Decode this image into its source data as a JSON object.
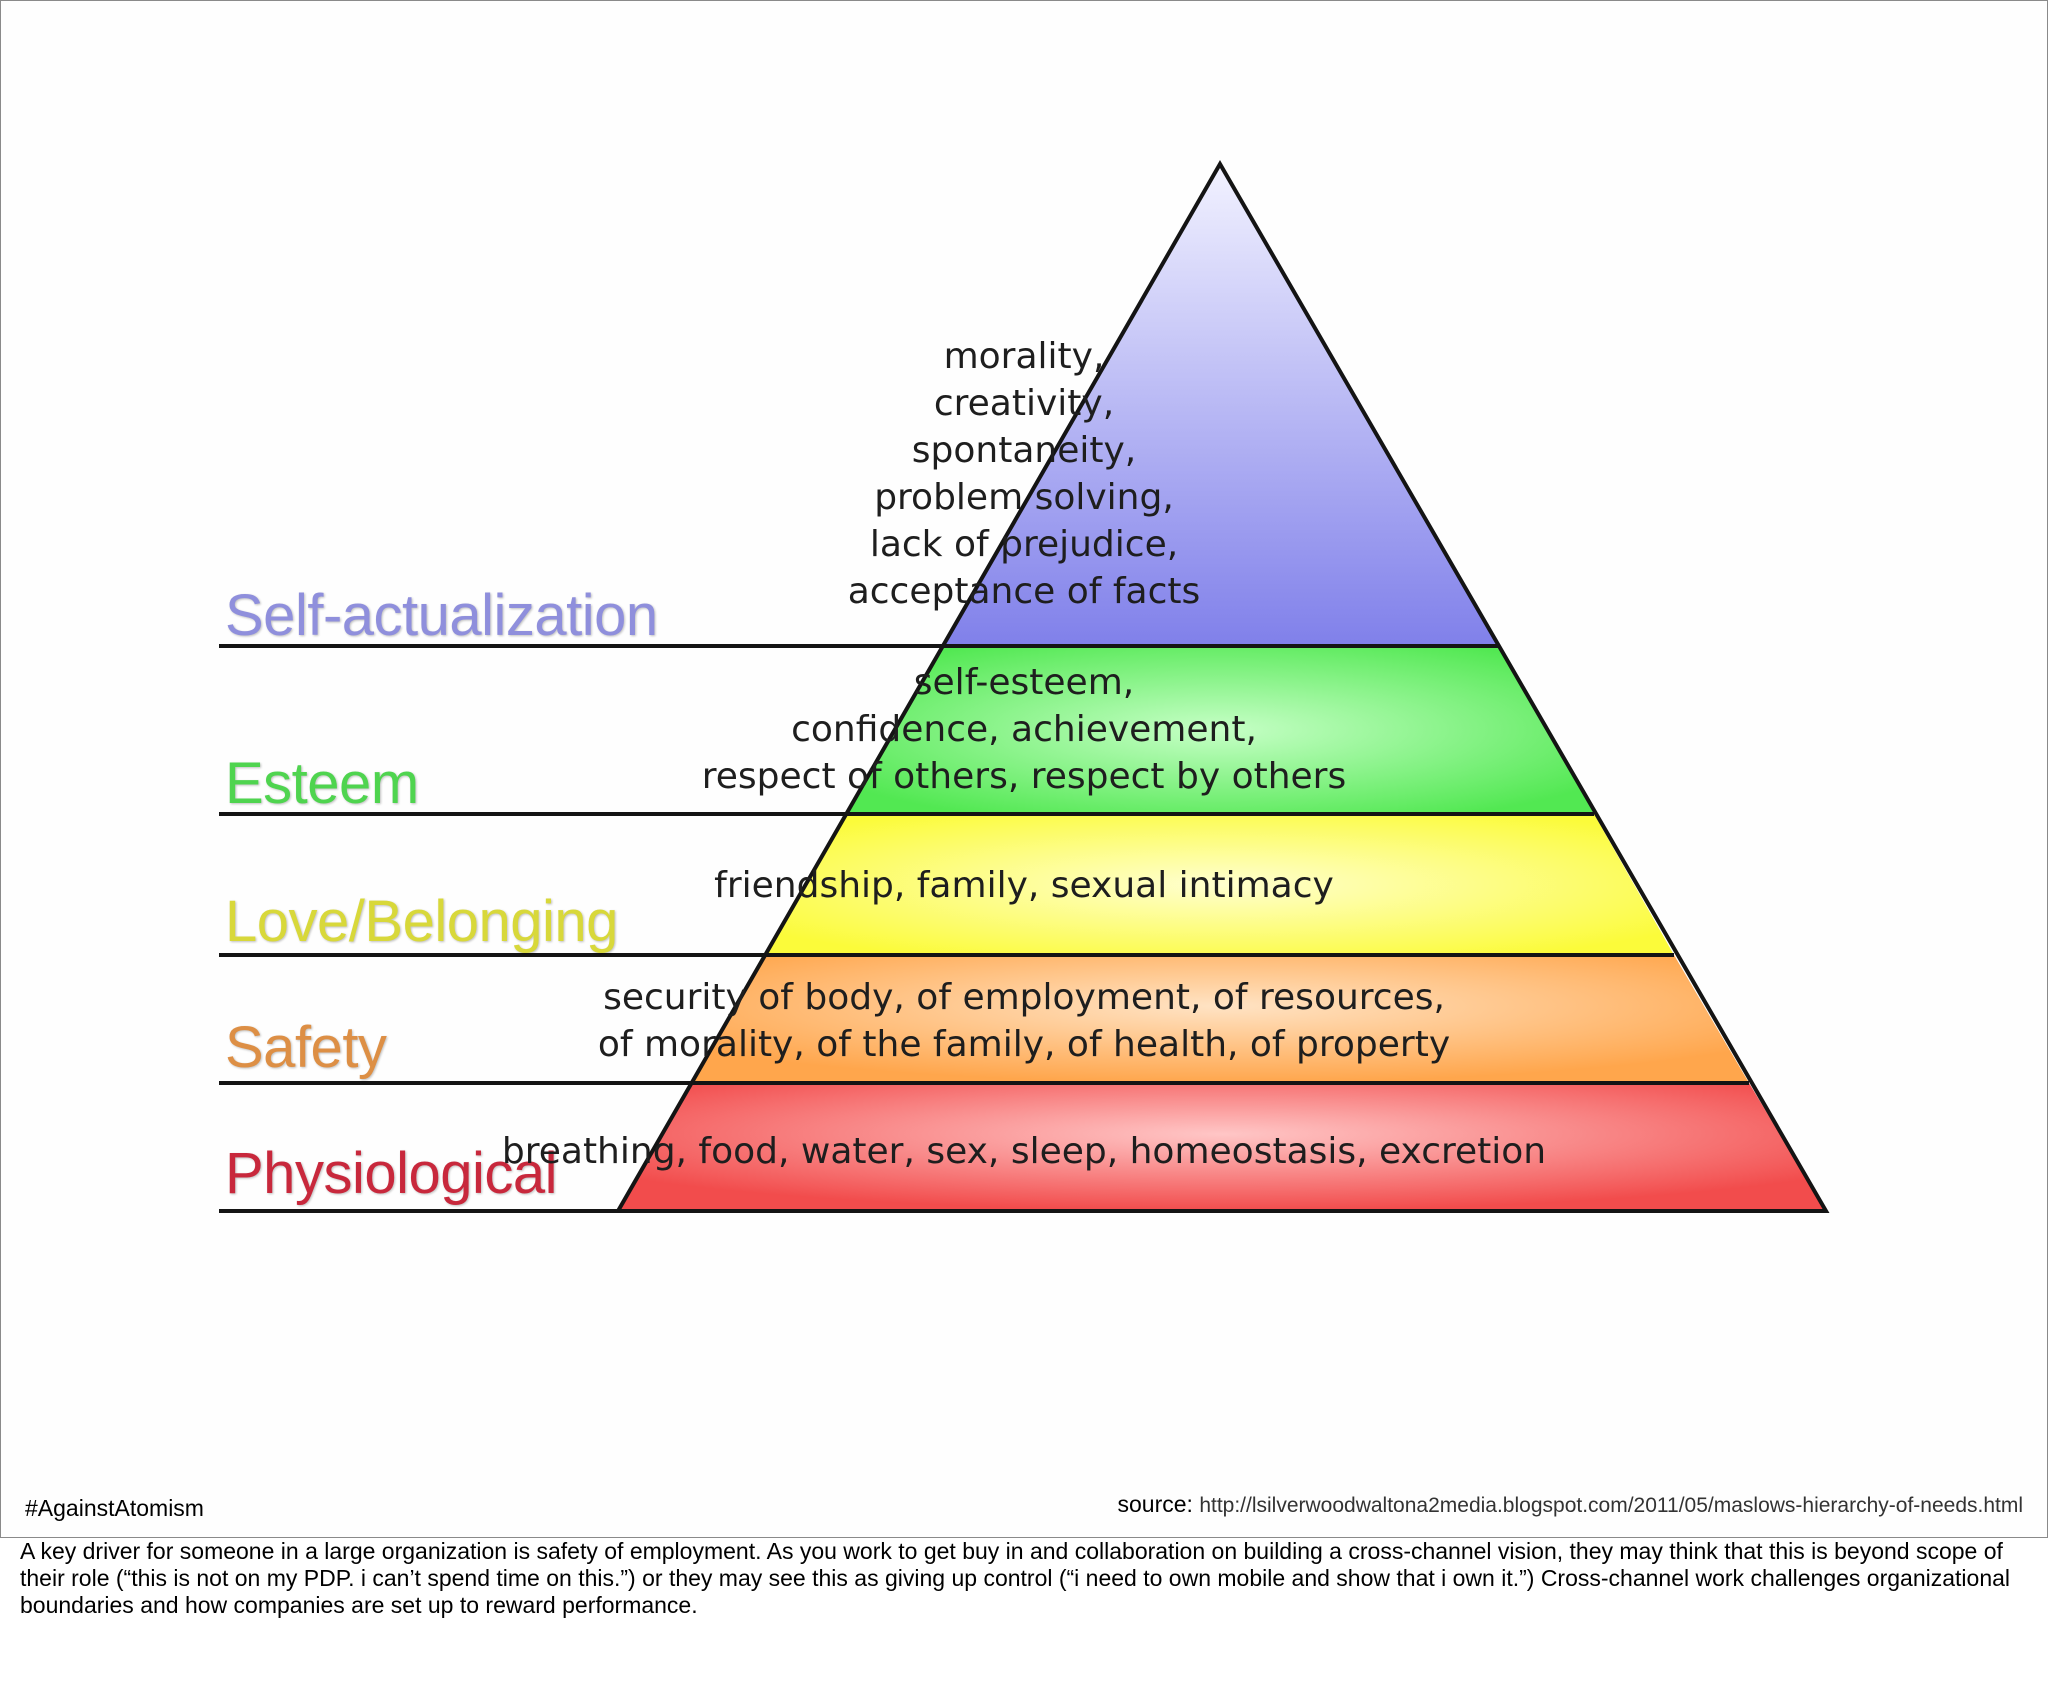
{
  "levels": [
    {
      "name": "Self-actualization",
      "color": "#8f8fdc",
      "lines": [
        "morality,",
        "creativity,",
        "spontaneity,",
        "problem solving,",
        "lack of prejudice,",
        "acceptance of facts"
      ]
    },
    {
      "name": "Esteem",
      "color": "#4fd44f",
      "lines": [
        "self-esteem,",
        "confidence, achievement,",
        "respect of others, respect by others"
      ]
    },
    {
      "name": "Love/Belonging",
      "color": "#d8d83a",
      "lines": [
        "friendship, family, sexual intimacy"
      ]
    },
    {
      "name": "Safety",
      "color": "#dd8f45",
      "lines": [
        "security of body, of employment, of resources,",
        "of morality, of the family, of health, of property"
      ]
    },
    {
      "name": "Physiological",
      "color": "#c8283c",
      "lines": [
        "breathing, food, water, sex, sleep, homeostasis, excretion"
      ]
    }
  ],
  "footer": {
    "hashtag": "#AgainstAtomism",
    "source_label": "source:",
    "source_url": "http://lsilverwoodwaltona2media.blogspot.com/2011/05/maslows-hierarchy-of-needs.html"
  },
  "notes": "A key driver for someone in a large organization is safety of employment. As you work to get buy in and collaboration on building a cross-channel vision, they may think that this is beyond scope of their role (“this is not on my PDP. i can’t spend time on this.”) or they may see this as giving up control (“i need to own mobile and show that i own it.”) Cross-channel work challenges organizational boundaries and how companies are set up to reward performance."
}
